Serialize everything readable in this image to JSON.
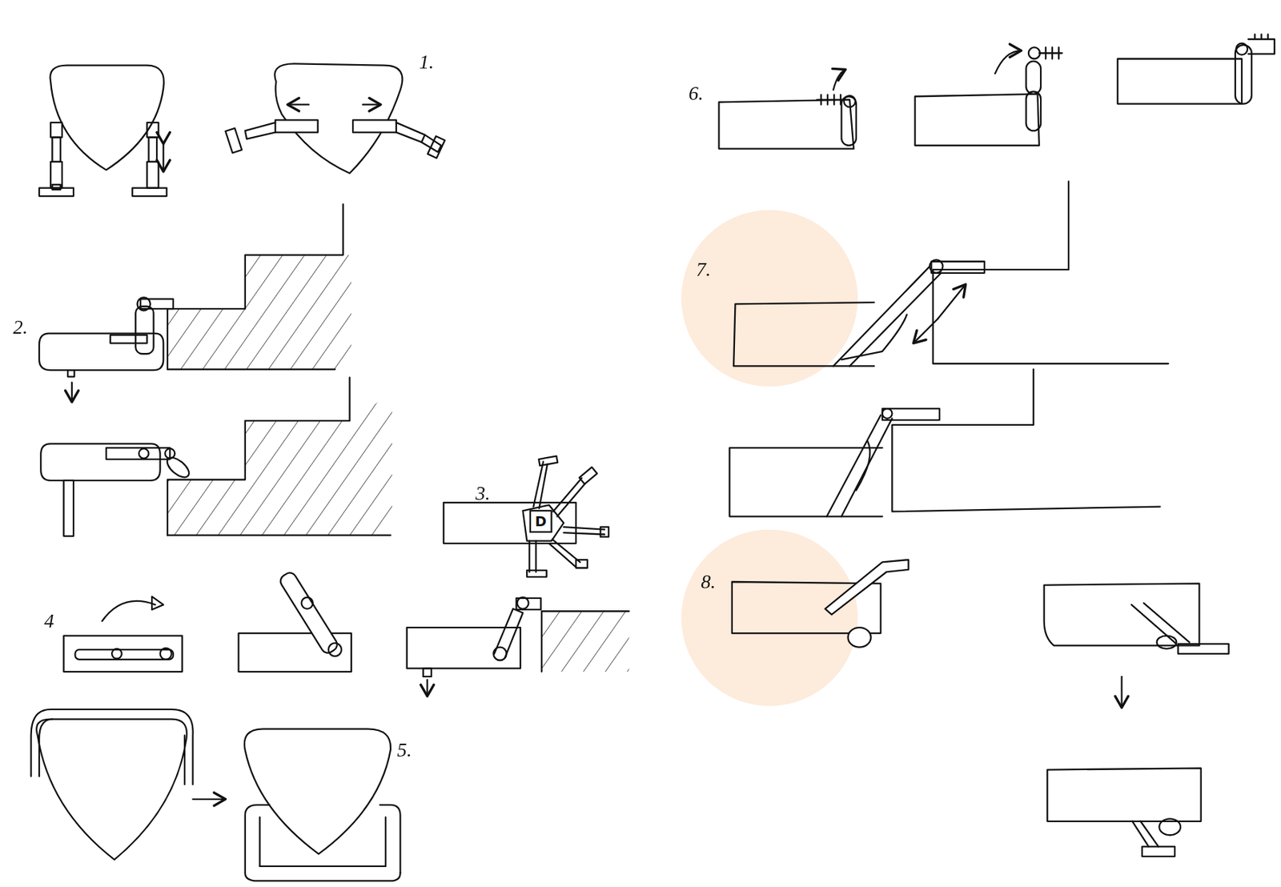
{
  "diagram": {
    "nodes": [
      {
        "text": [
          "D"
        ]
      }
    ],
    "labels": [
      "1.",
      "2.",
      "3.",
      "4",
      "5.",
      "6.",
      "7.",
      "8."
    ]
  }
}
